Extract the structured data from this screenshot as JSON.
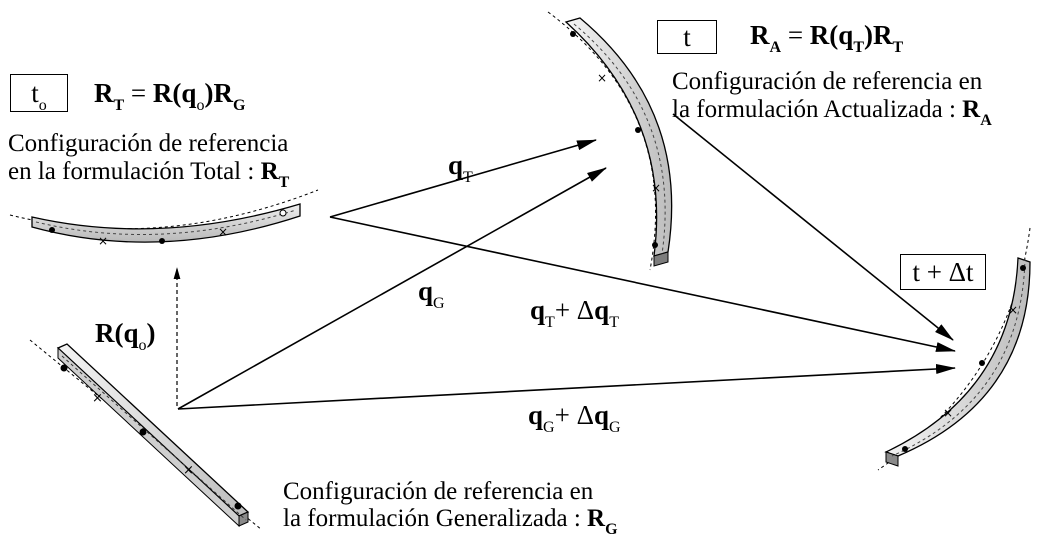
{
  "configs": {
    "initial": {
      "time_label": "t",
      "time_sub": "o",
      "eq": {
        "lhs": "R",
        "lhs_sub": "T",
        "eqsign": " = ",
        "r": "R(",
        "q": "q",
        "q_sub": "o",
        "close": ")",
        "rhs": "R",
        "rhs_sub": "G"
      },
      "desc_line1": "Configuración de referencia",
      "desc_line2": "en la formulación Total : ",
      "desc_R": "R",
      "desc_sub": "T"
    },
    "current": {
      "time_label": "t",
      "eq": {
        "lhs": "R",
        "lhs_sub": "A",
        "eqsign": " = ",
        "r": "R(",
        "q": "q",
        "q_sub": "T",
        "close": ")",
        "rhs": "R",
        "rhs_sub": "T"
      },
      "desc_line1": "Configuración de referencia en",
      "desc_line2": "la formulación Actualizada : ",
      "desc_R": "R",
      "desc_sub": "A"
    },
    "future": {
      "time_label": "t + Δt"
    },
    "reference": {
      "desc_line1": "Configuración de referencia en",
      "desc_line2": "la formulación Generalizada : ",
      "desc_R": "R",
      "desc_sub": "G"
    }
  },
  "arrows": {
    "qT": {
      "q": "q",
      "sub": "T"
    },
    "qG": {
      "q": "q",
      "sub": "G"
    },
    "qT_dq": {
      "q": "q",
      "sub": "T",
      "plus": "+ Δ",
      "dq": "q",
      "dsub": "T"
    },
    "qG_dq": {
      "q": "q",
      "sub": "G",
      "plus": "+ Δ",
      "dq": "q",
      "dsub": "G"
    },
    "rot": {
      "R": "R(",
      "q": "q",
      "sub": "o",
      "close": ")"
    }
  }
}
